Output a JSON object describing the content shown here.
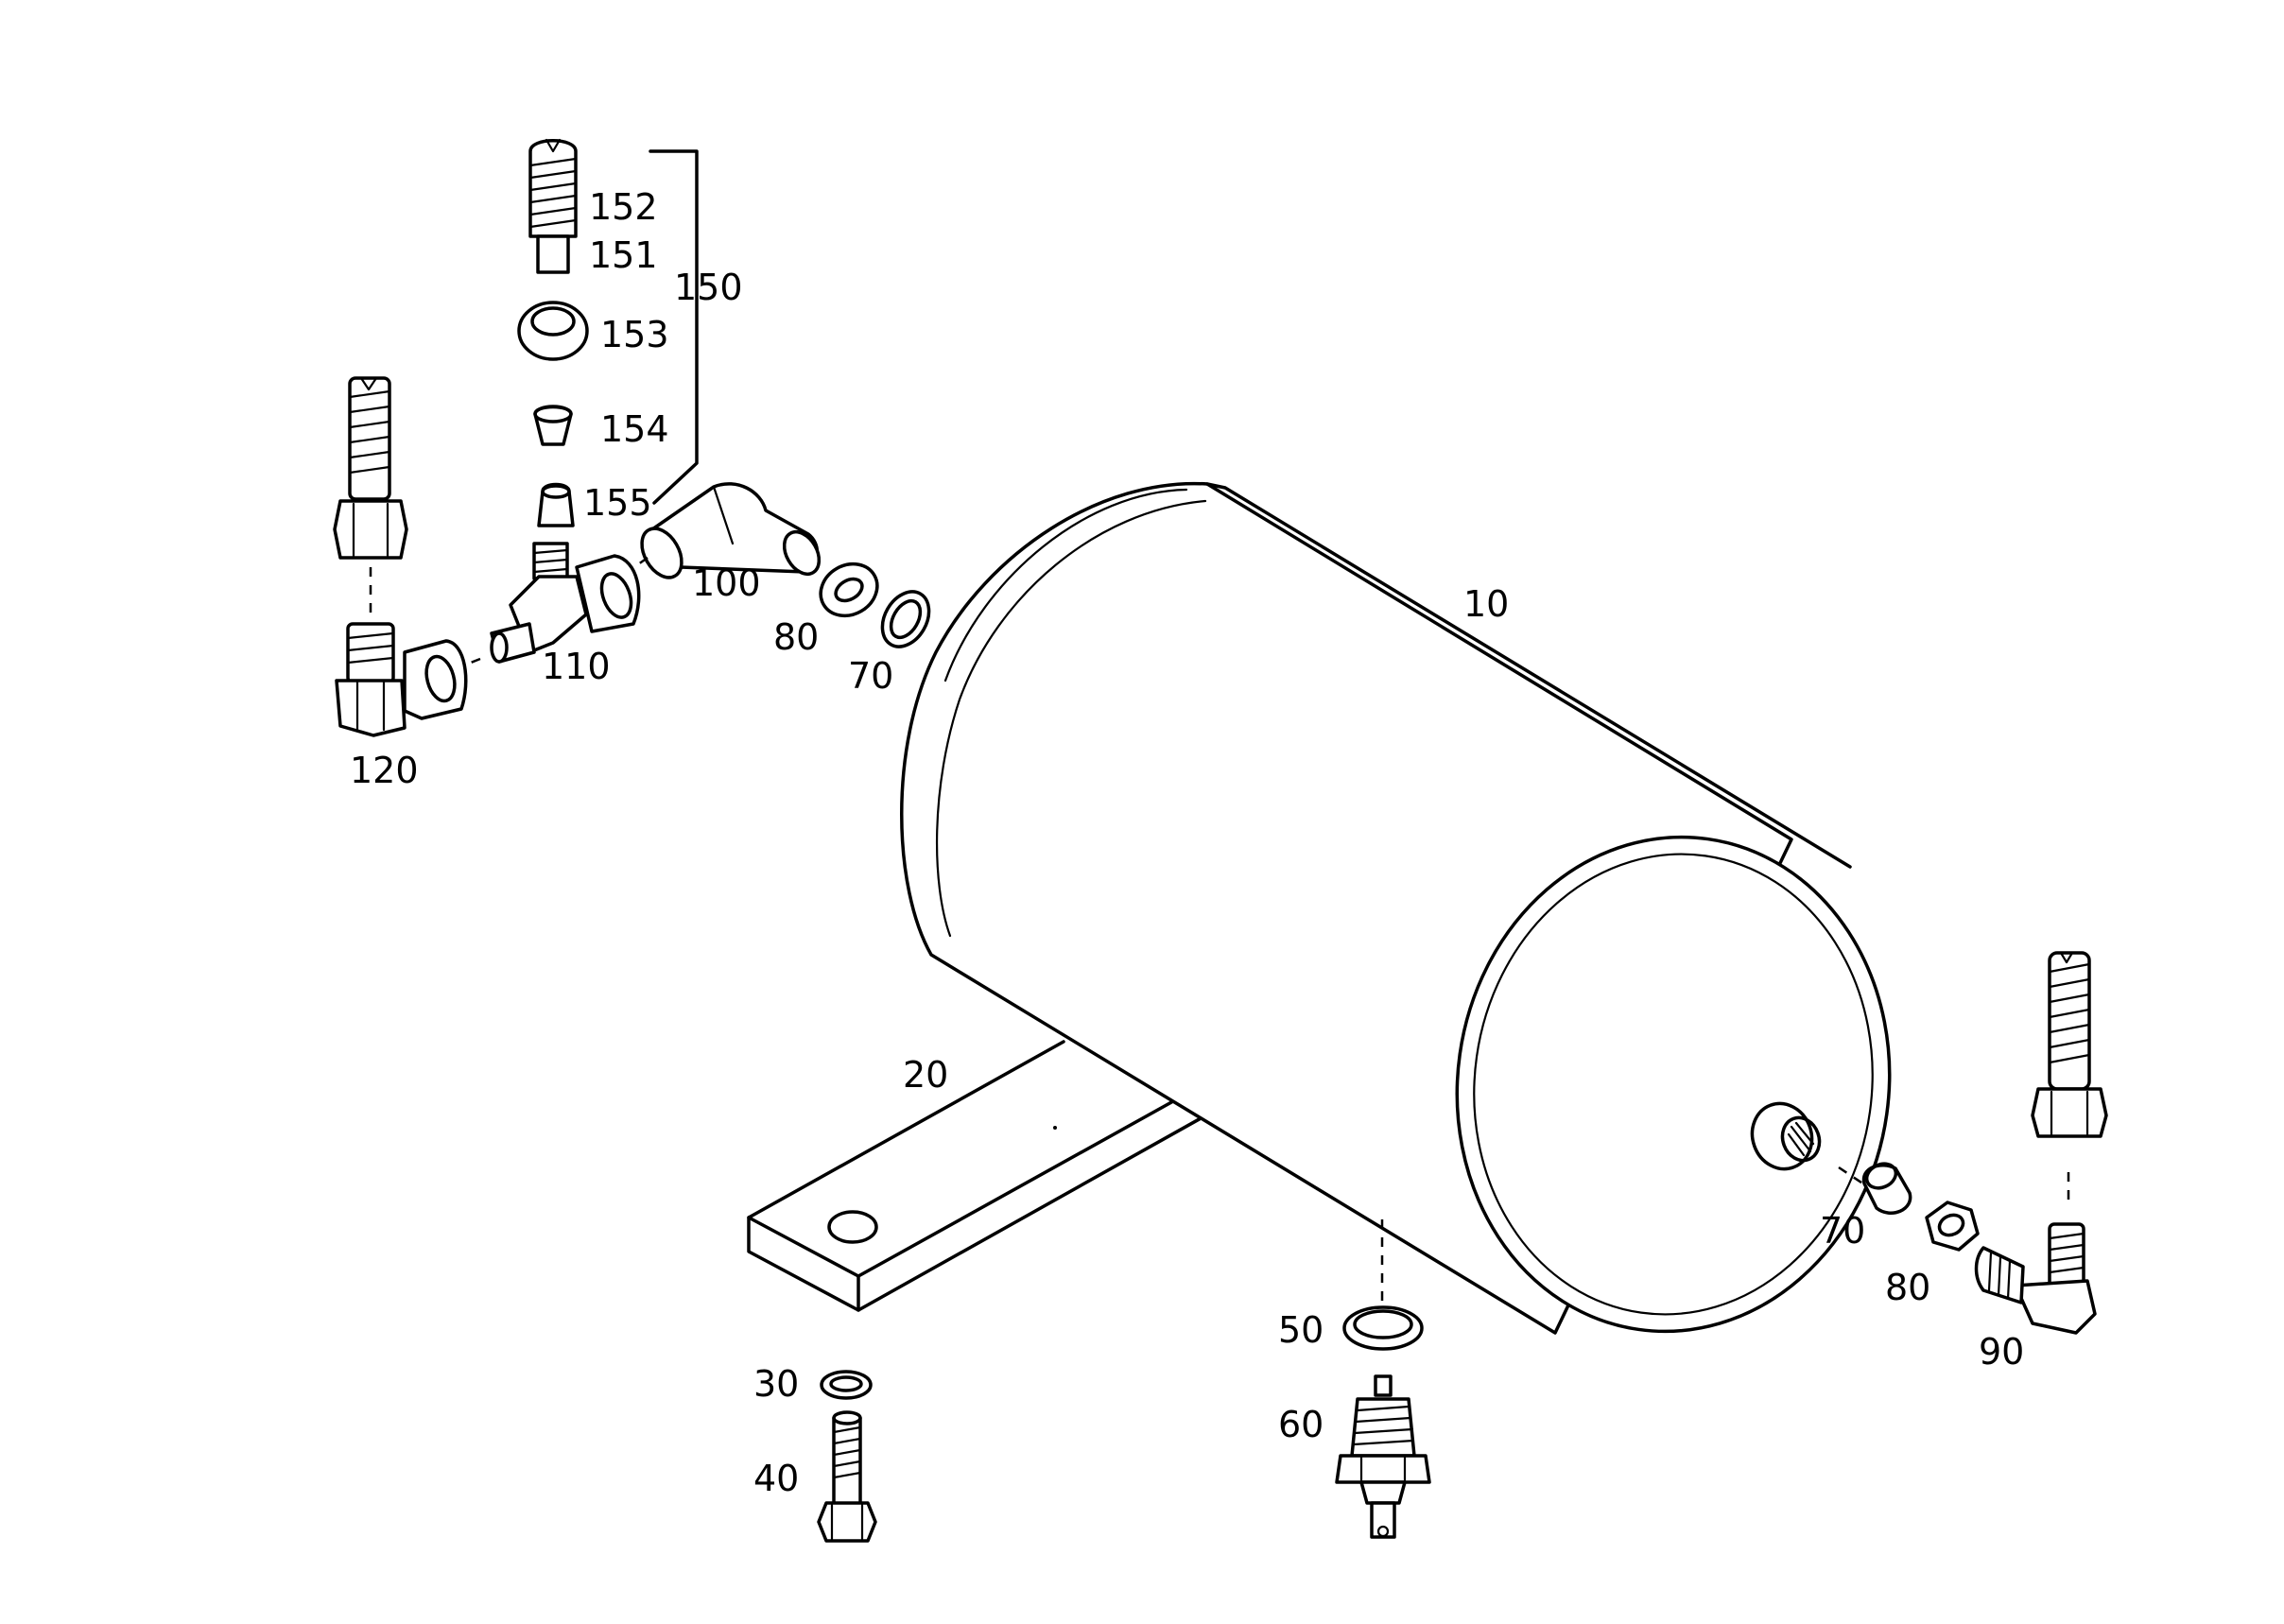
{
  "diagram": {
    "parts": {
      "tank": "10",
      "strap": "20",
      "washer": "30",
      "bolt": "40",
      "seal_ring": "50",
      "drain_valve": "60",
      "seal_ring_left": "70",
      "seal_ring_right": "70",
      "nut_left": "80",
      "nut_right": "80",
      "elbow_union_right": "90",
      "elbow_connector": "100",
      "tee_fitting": "110",
      "elbow_union_left": "120",
      "fitting_group": "150",
      "fitting_151": "151",
      "fitting_152": "152",
      "fitting_153": "153",
      "fitting_154": "154",
      "fitting_155": "155"
    }
  }
}
